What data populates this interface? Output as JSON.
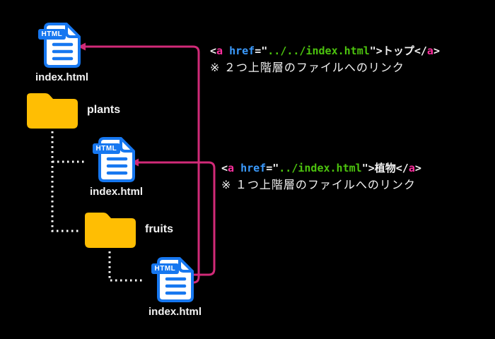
{
  "colors": {
    "background": "#000000",
    "arrow_pink": "#d12a78",
    "code_tag_pink": "#ff2f9e",
    "code_attr_blue": "#3b9bff",
    "code_value_green": "#4cc30e",
    "file_blue": "#1677f0",
    "folder_amber": "#ffbe03",
    "text_white": "#f2f2f2"
  },
  "nodes": {
    "root_file": {
      "badge": "HTML",
      "label": "index.html"
    },
    "plants_folder": {
      "label": "plants"
    },
    "plants_file": {
      "badge": "HTML",
      "label": "index.html"
    },
    "fruits_folder": {
      "label": "fruits"
    },
    "fruits_file": {
      "badge": "HTML",
      "label": "index.html"
    }
  },
  "annotations": [
    {
      "tokens": [
        [
          "<",
          "plain"
        ],
        [
          "a",
          "tag"
        ],
        [
          " ",
          "plain"
        ],
        [
          "href",
          "attr"
        ],
        [
          "=\"",
          "plain"
        ],
        [
          "../../index.html",
          "value"
        ],
        [
          "\">",
          "plain"
        ],
        [
          "トップ",
          "plain"
        ],
        [
          "</",
          "plain"
        ],
        [
          "a",
          "tag"
        ],
        [
          ">",
          "plain"
        ]
      ],
      "note": "※ ２つ上階層のファイルへのリンク"
    },
    {
      "tokens": [
        [
          "<",
          "plain"
        ],
        [
          "a",
          "tag"
        ],
        [
          " ",
          "plain"
        ],
        [
          "href",
          "attr"
        ],
        [
          "=\"",
          "plain"
        ],
        [
          "../index.html",
          "value"
        ],
        [
          "\">",
          "plain"
        ],
        [
          "植物",
          "plain"
        ],
        [
          "</",
          "plain"
        ],
        [
          "a",
          "tag"
        ],
        [
          ">",
          "plain"
        ]
      ],
      "note": "※ １つ上階層のファイルへのリンク"
    }
  ]
}
